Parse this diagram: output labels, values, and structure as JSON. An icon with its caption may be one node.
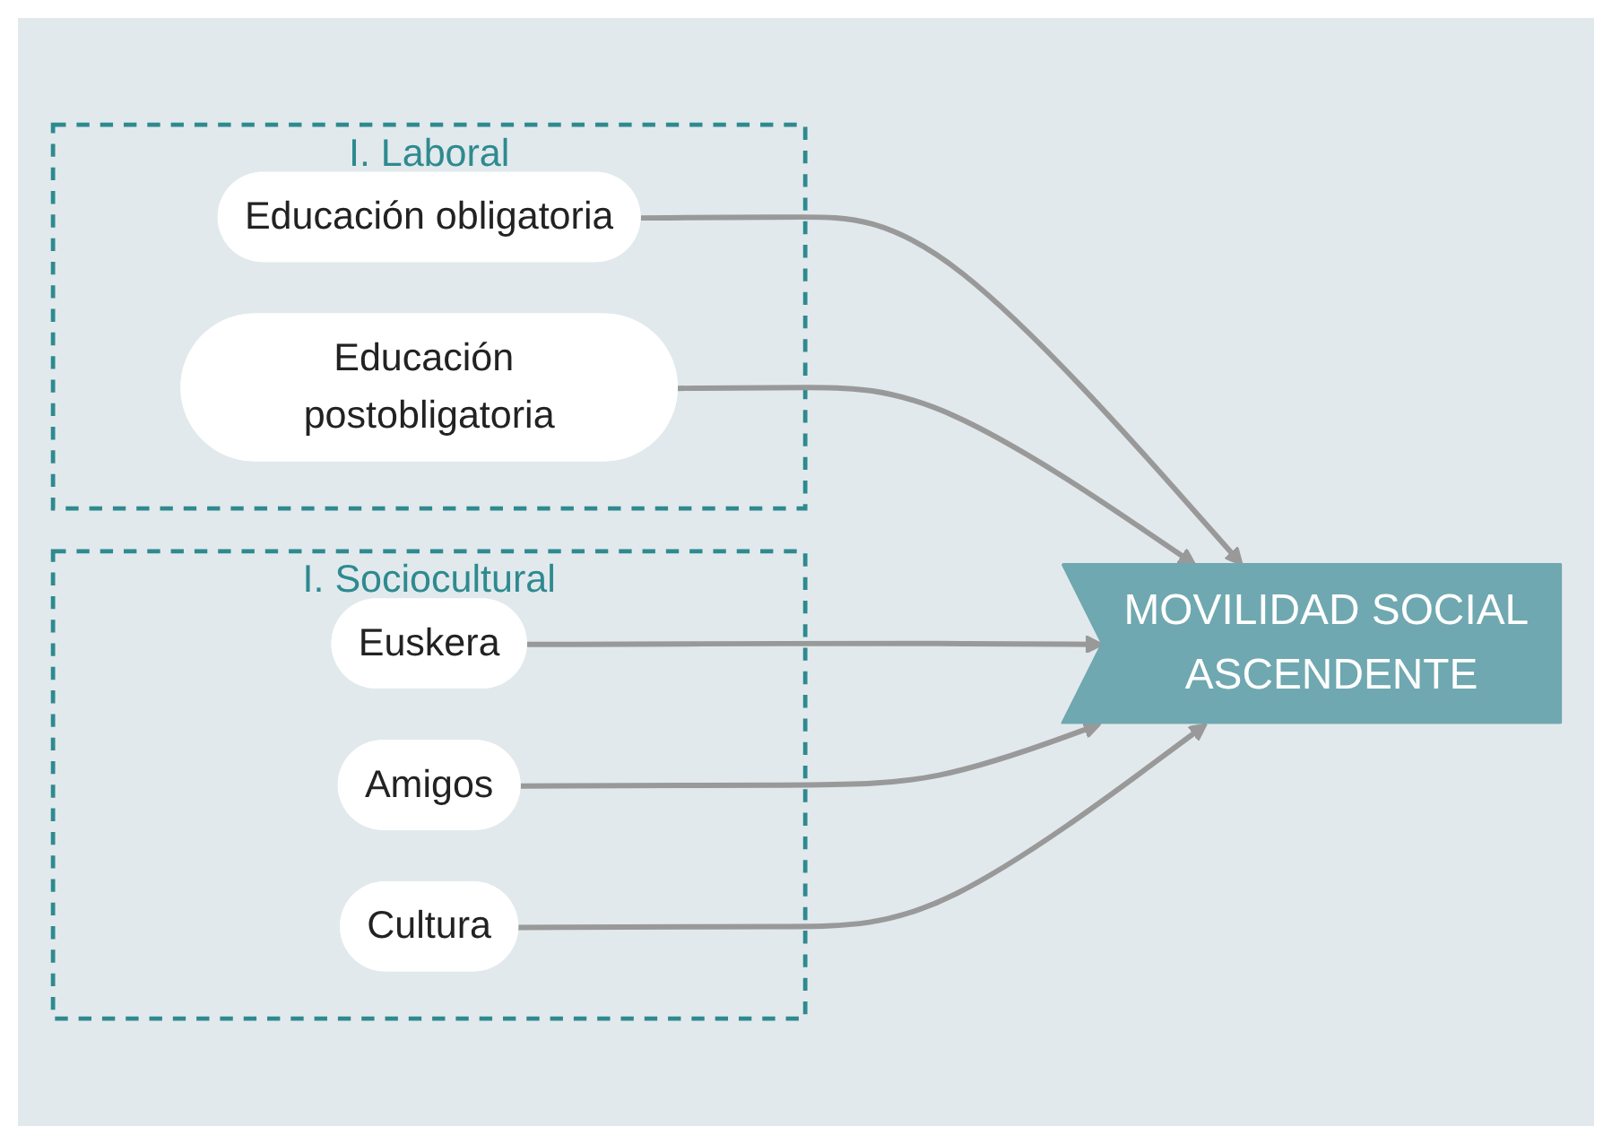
{
  "diagram": {
    "nodes": [
      {
        "text": [
          "I. Laboral"
        ]
      },
      {
        "text": [
          "Educación obligatoria"
        ],
        "in": 0
      },
      {
        "text": [
          "Educación postobligatoria"
        ],
        "in": 0
      },
      {
        "text": [
          "I. Sociocultural"
        ]
      },
      {
        "text": [
          "Euskera"
        ],
        "in": 3
      },
      {
        "text": [
          "Amigos"
        ],
        "in": 3
      },
      {
        "text": [
          "Cultura"
        ],
        "in": 3
      },
      {
        "text": [
          "MOVILIDAD SOCIAL ASCENDENTE"
        ]
      }
    ],
    "edges": [
      {
        "from": 1,
        "to": 7,
        "arrow": "to"
      },
      {
        "from": 2,
        "to": 7,
        "arrow": "to"
      },
      {
        "from": 4,
        "to": 7,
        "arrow": "to"
      },
      {
        "from": 5,
        "to": 7,
        "arrow": "to"
      },
      {
        "from": 6,
        "to": 7,
        "arrow": "to"
      }
    ]
  }
}
